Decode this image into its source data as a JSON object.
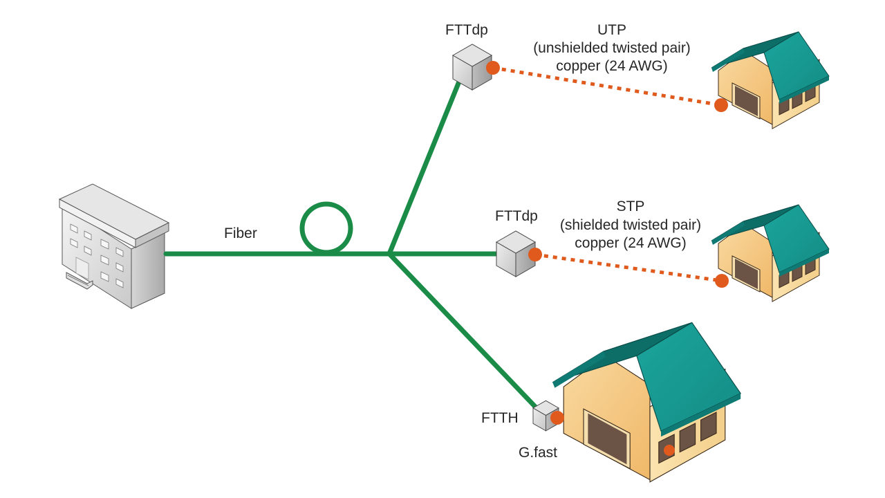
{
  "colors": {
    "fiber": "#1a8c48",
    "copper": "#e05a1e",
    "roof": "#16978f",
    "roof_dark": "#0d6e68",
    "wall": "#f7d79a",
    "wall_dark": "#eeb56a",
    "window": "#6b5446",
    "building": "#d9d9d9",
    "cube": "#cfcfcf",
    "text": "#262626"
  },
  "central_office": {
    "icon": "office-building-icon"
  },
  "fiber": {
    "label": "Fiber",
    "loop_icon": "fiber-slack-loop-icon"
  },
  "branches": [
    {
      "node_label": "FTTdp",
      "node_icon": "distribution-point-cube-icon",
      "cable_lines": [
        "UTP",
        "(unshielded twisted pair)",
        "copper (24 AWG)"
      ],
      "destination_icon": "house-icon"
    },
    {
      "node_label": "FTTdp",
      "node_icon": "distribution-point-cube-icon",
      "cable_lines": [
        "STP",
        "(shielded twisted pair)",
        "copper (24 AWG)"
      ],
      "destination_icon": "house-icon"
    },
    {
      "node_label": "FTTH",
      "node_icon": "home-termination-cube-icon",
      "cable_lines": [
        "G.fast"
      ],
      "destination_icon": "house-icon"
    }
  ]
}
